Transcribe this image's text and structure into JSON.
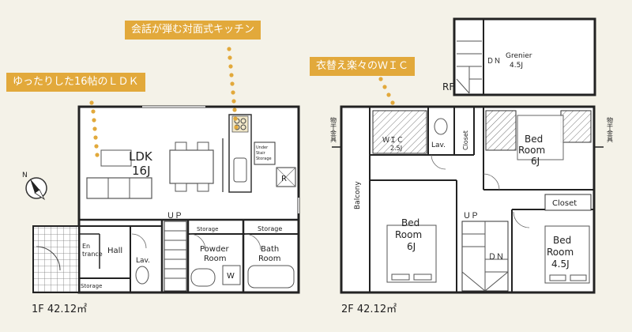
{
  "callouts": {
    "ldk": "ゆったりした16帖のＬＤＫ",
    "kitchen": "会話が弾む対面式キッチン",
    "wic": "衣替え楽々のＷＩＣ"
  },
  "floor1": {
    "area": "1F 42.12㎡",
    "ldk_name": "LDK",
    "ldk_size": "16J",
    "up": "ＵＰ",
    "storage_top1": "Storage",
    "storage_top2": "Storage",
    "powder": [
      "Powder",
      "Room"
    ],
    "bath": [
      "Bath",
      "Room"
    ],
    "hall": "Hall",
    "entrance": [
      "En",
      "trance"
    ],
    "lav": "Lav.",
    "storage_bottom": "Storage",
    "w": "W",
    "r": "R",
    "understair": [
      "Under",
      "Stair",
      "Storage"
    ]
  },
  "floor2": {
    "area": "2F 42.12㎡",
    "rf": "RF",
    "grenier_name": "Grenier",
    "grenier_size": "4.5J",
    "dn_top": "ＤＮ",
    "wic_name": "ＷＩＣ",
    "wic_size": "2.5J",
    "lav": "Lav.",
    "closet_v": "Closet",
    "bed1": [
      "Bed",
      "Room",
      "6J"
    ],
    "bed2": [
      "Bed",
      "Room",
      "6J"
    ],
    "bed3": [
      "Bed",
      "Room",
      "4.5J"
    ],
    "closet": "Closet",
    "balcony": "Balcony",
    "up": "ＵＰ",
    "dn": "ＤＮ",
    "hoshi_left": "物干金具",
    "hoshi_right": "物干金具"
  },
  "compass": "N"
}
